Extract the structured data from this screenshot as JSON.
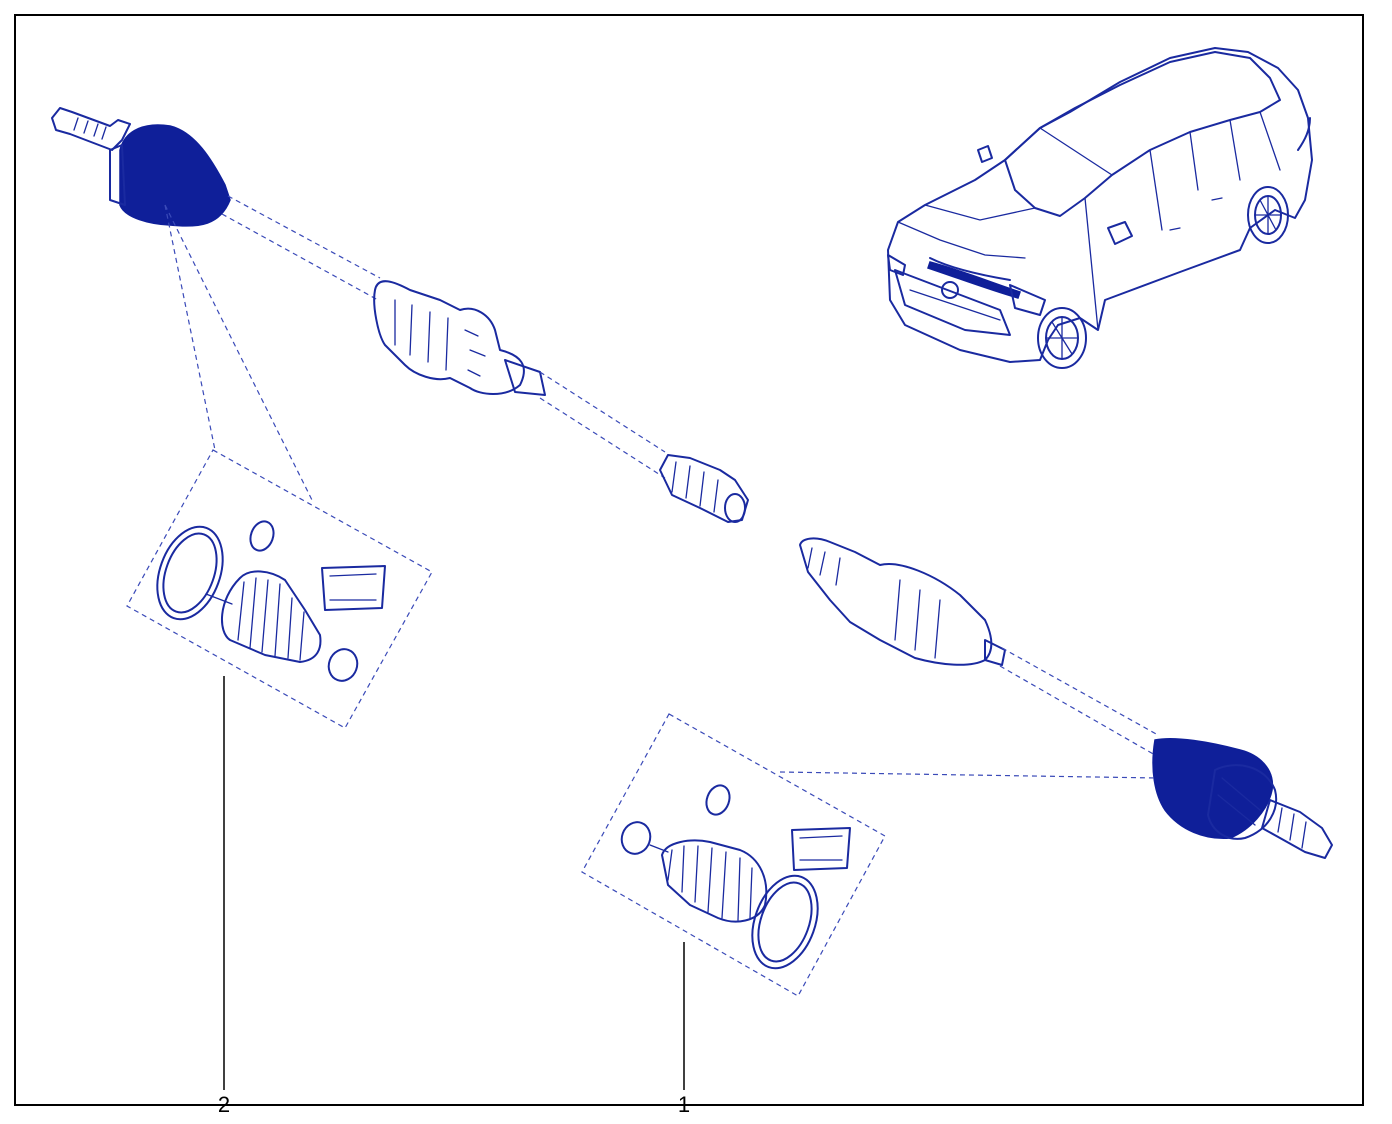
{
  "diagram": {
    "callouts": [
      {
        "id": "part-1",
        "label": "1"
      },
      {
        "id": "part-2",
        "label": "2"
      }
    ],
    "colors": {
      "ink": "#1a2aa0",
      "fill": "#0f1f99",
      "frame": "#000000",
      "leader": "#000000"
    },
    "icons": [
      "car-icon",
      "driveshaft-icon",
      "cv-boot-kit-icon"
    ]
  }
}
